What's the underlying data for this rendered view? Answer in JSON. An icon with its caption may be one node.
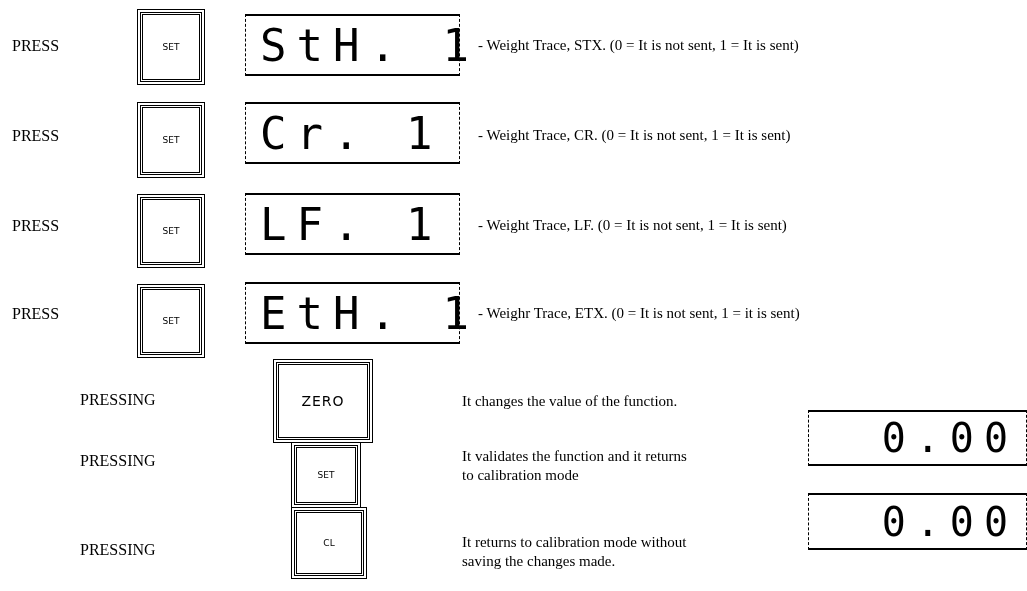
{
  "diagram": {
    "nodes": [
      {
        "text": [
          "SET"
        ]
      },
      {
        "text": [
          "StH. 1"
        ]
      },
      {
        "text": [
          "SET"
        ]
      },
      {
        "text": [
          "Cr. 1"
        ]
      },
      {
        "text": [
          "SET"
        ]
      },
      {
        "text": [
          "LF. 1"
        ]
      },
      {
        "text": [
          "SET"
        ]
      },
      {
        "text": [
          "EtH. 1"
        ]
      },
      {
        "text": [
          "ZERO"
        ]
      },
      {
        "text": [
          "SET"
        ]
      },
      {
        "text": [
          "CL"
        ]
      },
      {
        "text": [
          "0.00"
        ]
      },
      {
        "text": [
          "0.00"
        ]
      }
    ],
    "labels": [
      "PRESS",
      "- Weight Trace, STX. (0 = It is not sent, 1 = It is sent)",
      "PRESS",
      "- Weight Trace, CR. (0 = It is not sent, 1 = It is sent)",
      "PRESS",
      "- Weight Trace, LF. (0 = It is not sent, 1 = It is sent)",
      "PRESS",
      "- Weighr Trace, ETX. (0 = It is not sent, 1 = it is sent)",
      "PRESSING",
      "It changes the value of the function.",
      "PRESSING",
      "It validates the function and it returns to calibration mode",
      "PRESSING",
      "It returns to calibration mode without saving the changes made."
    ]
  }
}
